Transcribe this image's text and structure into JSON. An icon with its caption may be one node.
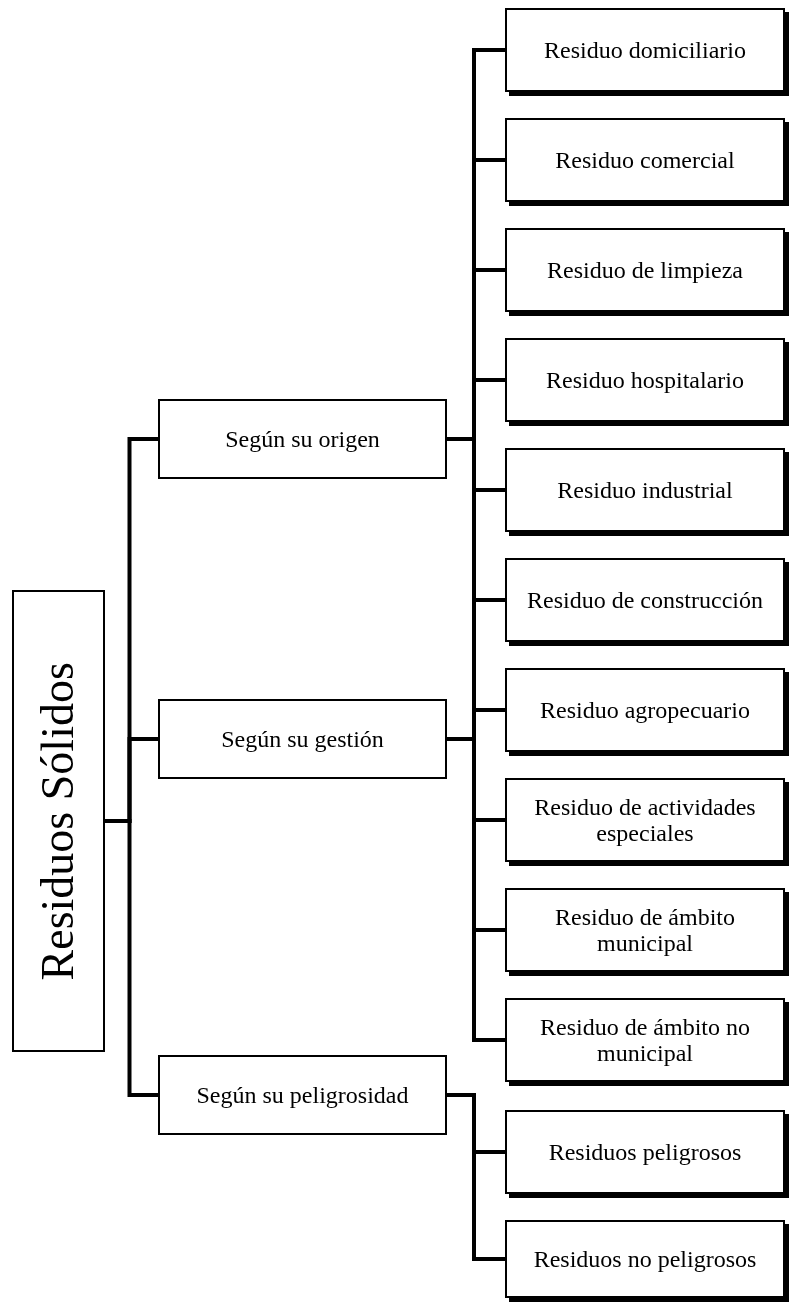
{
  "diagram": {
    "nodes": [
      {
        "text": [
          "Residuos Sólidos"
        ]
      },
      {
        "text": [
          "Según su origen"
        ]
      },
      {
        "text": [
          "Residuo domiciliario"
        ]
      },
      {
        "text": [
          "Residuo comercial"
        ]
      },
      {
        "text": [
          "Residuo de limpieza"
        ]
      },
      {
        "text": [
          "Residuo hospitalario"
        ]
      },
      {
        "text": [
          "Residuo industrial"
        ]
      },
      {
        "text": [
          "Residuo de construcción"
        ]
      },
      {
        "text": [
          "Residuo agropecuario"
        ]
      },
      {
        "text": [
          "Residuo de actividades especiales"
        ]
      },
      {
        "text": [
          "Según su gestión"
        ]
      },
      {
        "text": [
          "Residuo de ámbito municipal"
        ]
      },
      {
        "text": [
          "Residuo de ámbito no municipal"
        ]
      },
      {
        "text": [
          "Según su peligrosidad"
        ]
      },
      {
        "text": [
          "Residuos peligrosos"
        ]
      },
      {
        "text": [
          "Residuos no peligrosos"
        ]
      }
    ],
    "edges": [
      {
        "from": 0,
        "to": 1,
        "arrow": "none"
      },
      {
        "from": 0,
        "to": 10,
        "arrow": "none"
      },
      {
        "from": 0,
        "to": 13,
        "arrow": "none"
      },
      {
        "from": 1,
        "to": 2,
        "arrow": "none"
      },
      {
        "from": 1,
        "to": 3,
        "arrow": "none"
      },
      {
        "from": 1,
        "to": 4,
        "arrow": "none"
      },
      {
        "from": 1,
        "to": 5,
        "arrow": "none"
      },
      {
        "from": 1,
        "to": 6,
        "arrow": "none"
      },
      {
        "from": 1,
        "to": 7,
        "arrow": "none"
      },
      {
        "from": 1,
        "to": 8,
        "arrow": "none"
      },
      {
        "from": 1,
        "to": 9,
        "arrow": "none"
      },
      {
        "from": 10,
        "to": 11,
        "arrow": "none"
      },
      {
        "from": 10,
        "to": 12,
        "arrow": "none"
      },
      {
        "from": 13,
        "to": 14,
        "arrow": "none"
      },
      {
        "from": 13,
        "to": 15,
        "arrow": "none"
      }
    ]
  }
}
